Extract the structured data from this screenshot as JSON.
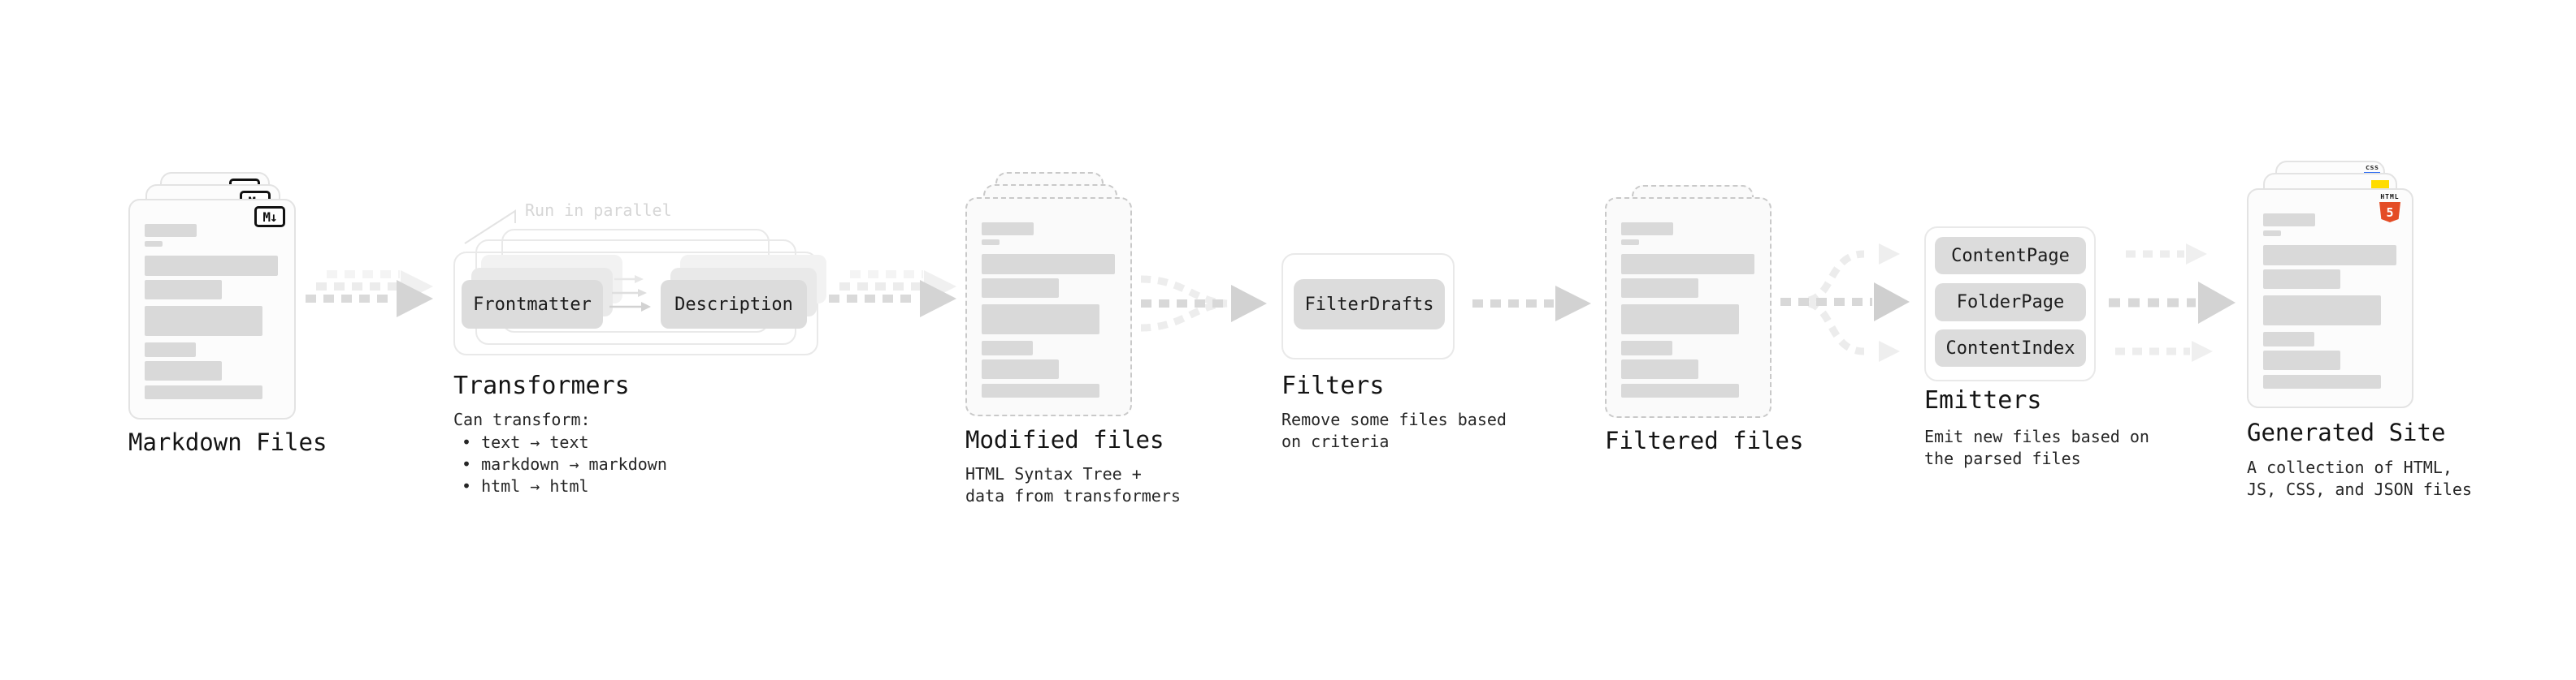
{
  "colors": {
    "html5_orange": "#e44d26",
    "js_yellow": "#ffdc00",
    "css_blue": "#2f6df2",
    "node_gray": "#dcdcdc",
    "arrow_gray": "#d4d4d4"
  },
  "stages": {
    "markdown": {
      "label": "Markdown Files",
      "logo": "M↓"
    },
    "transformers": {
      "title": "Transformers",
      "note": "Run in parallel",
      "nodes": [
        "Frontmatter",
        "Description"
      ],
      "description": "Can transform:",
      "bullets": [
        "• text → text",
        "• markdown → markdown",
        "• html → html"
      ]
    },
    "modified": {
      "label": "Modified files",
      "description_lines": [
        "HTML Syntax Tree +",
        "data from transformers"
      ]
    },
    "filters": {
      "title": "Filters",
      "nodes": [
        "FilterDrafts"
      ],
      "description_lines": [
        "Remove some files based",
        "on criteria"
      ]
    },
    "filtered": {
      "label": "Filtered files"
    },
    "emitters": {
      "title": "Emitters",
      "nodes": [
        "ContentPage",
        "FolderPage",
        "ContentIndex"
      ],
      "description_lines": [
        "Emit new files based on",
        "the parsed files"
      ]
    },
    "generated": {
      "label": "Generated Site",
      "description_lines": [
        "A collection of HTML,",
        "JS, CSS, and JSON files"
      ],
      "badges": {
        "html_text": "HTML",
        "html_number": "5",
        "css_text": "css"
      }
    }
  }
}
